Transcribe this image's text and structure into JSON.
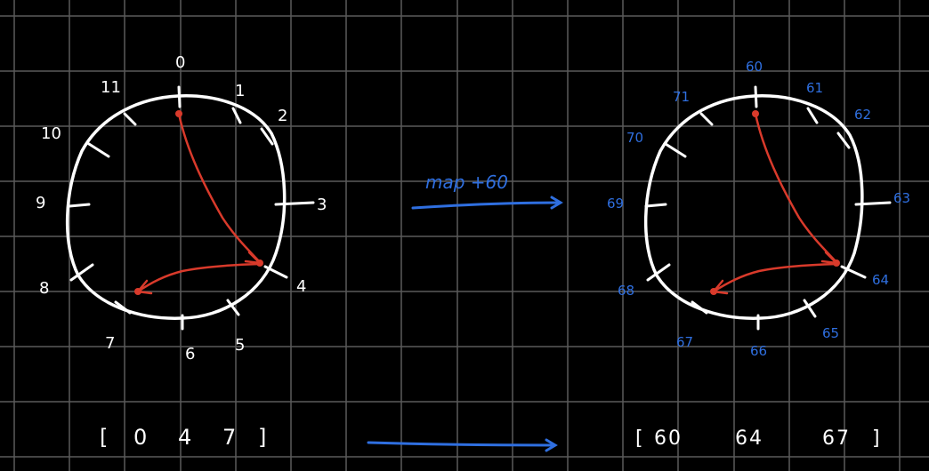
{
  "colors": {
    "background": "#000000",
    "grid": "#5a5a5a",
    "ink_white": "#ffffff",
    "ink_blue": "#2f6fe0",
    "ink_red": "#d93a2b"
  },
  "left_clock": {
    "labels": [
      "0",
      "1",
      "2",
      "3",
      "4",
      "5",
      "6",
      "7",
      "8",
      "9",
      "10",
      "11"
    ],
    "path_points": [
      "0",
      "4",
      "7"
    ]
  },
  "transform": {
    "label": "map +60"
  },
  "right_clock": {
    "labels": [
      "60",
      "61",
      "62",
      "63",
      "64",
      "65",
      "66",
      "67",
      "68",
      "69",
      "70",
      "71"
    ],
    "path_points": [
      "60",
      "64",
      "67"
    ]
  },
  "left_vector": {
    "open": "[",
    "values": [
      "0",
      "4",
      "7"
    ],
    "close": "]"
  },
  "right_vector": {
    "open": "[",
    "values": [
      "60",
      "64",
      "67"
    ],
    "close": "]"
  }
}
